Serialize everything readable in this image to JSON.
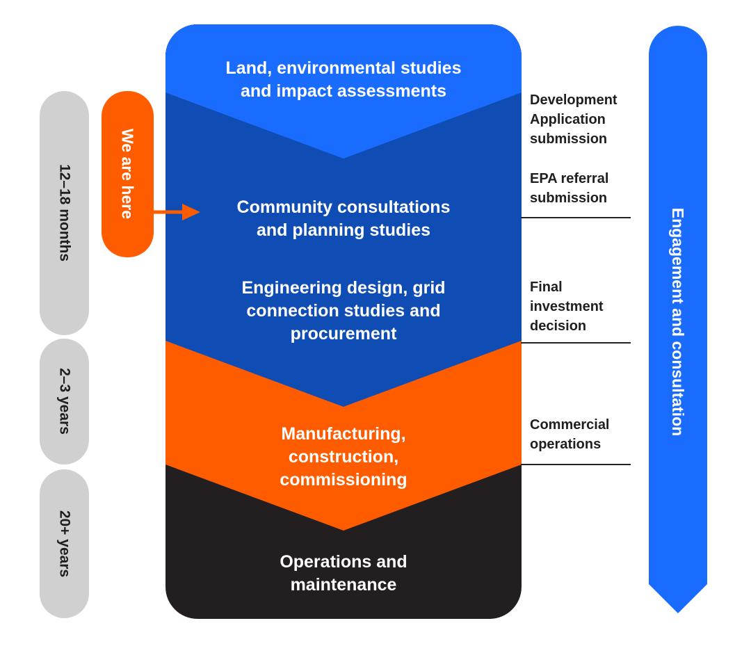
{
  "colors": {
    "light_blue": "#1a6cff",
    "dark_blue": "#0f4db4",
    "orange": "#ff5c00",
    "black": "#231f20",
    "grey": "#d0d0d0",
    "white": "#ffffff"
  },
  "stages": [
    {
      "label": "Land, environmental studies\nand impact assessments"
    },
    {
      "label": "Community consultations\nand planning studies"
    },
    {
      "label": "Engineering design, grid\nconnection studies and\nprocurement"
    },
    {
      "label": "Manufacturing,\nconstruction,\ncommissioning"
    },
    {
      "label": "Operations and\nmaintenance"
    }
  ],
  "durations": [
    "12–18 months",
    "2–3 years",
    "20+ years"
  ],
  "marker": {
    "label": "We are here"
  },
  "milestones": [
    "Development\nApplication\nsubmission",
    "EPA referral\nsubmission",
    "Final\ninvestment\ndecision",
    "Commercial\noperations"
  ],
  "side_arrow": {
    "label": "Engagement and consultation"
  }
}
